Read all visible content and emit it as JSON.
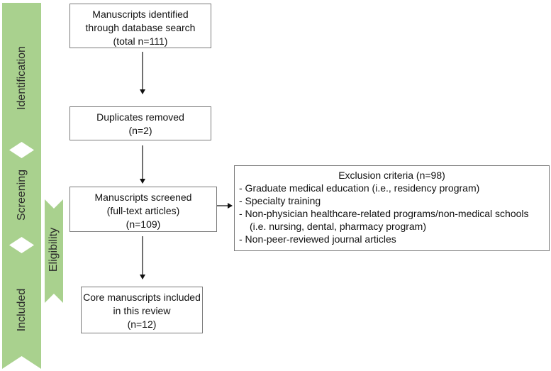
{
  "stages": {
    "identification": "Identification",
    "screening": "Screening",
    "eligibility": "Eligibility",
    "included": "Included"
  },
  "boxes": {
    "identified": {
      "line1": "Manuscripts identified",
      "line2": "through database search",
      "line3": "(total n=111)"
    },
    "duplicates": {
      "line1": "Duplicates removed",
      "line2": "(n=2)"
    },
    "screened": {
      "line1": "Manuscripts screened",
      "line2": "(full-text articles)",
      "line3": "(n=109)"
    },
    "included": {
      "line1": "Core manuscripts included",
      "line2": "in this review",
      "line3": "(n=12)"
    }
  },
  "exclusion": {
    "title": "Exclusion criteria (n=98)",
    "criteria": [
      "- Graduate medical education (i.e., residency program)",
      "- Specialty training",
      "- Non-physician healthcare-related programs/non-medical schools",
      "(i.e. nursing, dental, pharmacy program)",
      "- Non-peer-reviewed journal articles"
    ]
  },
  "colors": {
    "stage_fill": "#a9d18e",
    "stage_text": "#2b2b2b",
    "box_border": "#7a7a7a",
    "arrow": "#111111"
  }
}
